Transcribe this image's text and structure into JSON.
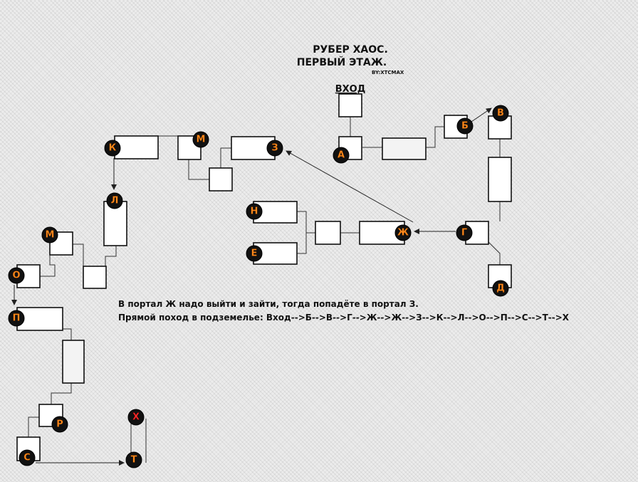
{
  "title": {
    "line1": "РУБЕР ХАОС.",
    "line2": "ПЕРВЫЙ ЭТАЖ.",
    "credit": "BY:XTCMAX"
  },
  "entrance_label": "ВХОД",
  "notes": {
    "portal_hint": "В портал Ж надо  выйти и зайти, тогда попадёте в портал З.",
    "route": "Прямой поход в подземелье: Вход-->Б-->В-->Г-->Ж-->Ж-->З-->К-->Л-->О-->П-->С-->Т-->Х"
  },
  "nodes": {
    "A": "А",
    "B": "Б",
    "V": "В",
    "G": "Г",
    "D": "Д",
    "ZH": "Ж",
    "Z": "З",
    "N": "Н",
    "E": "Е",
    "K": "К",
    "M": "М",
    "L": "Л",
    "O": "О",
    "P": "П",
    "R": "Р",
    "S": "С",
    "T": "Т",
    "X": "Х"
  },
  "colors": {
    "node_fill": "#111111",
    "node_text": "#ff8a1c",
    "exit_text": "#ff2a2a"
  }
}
